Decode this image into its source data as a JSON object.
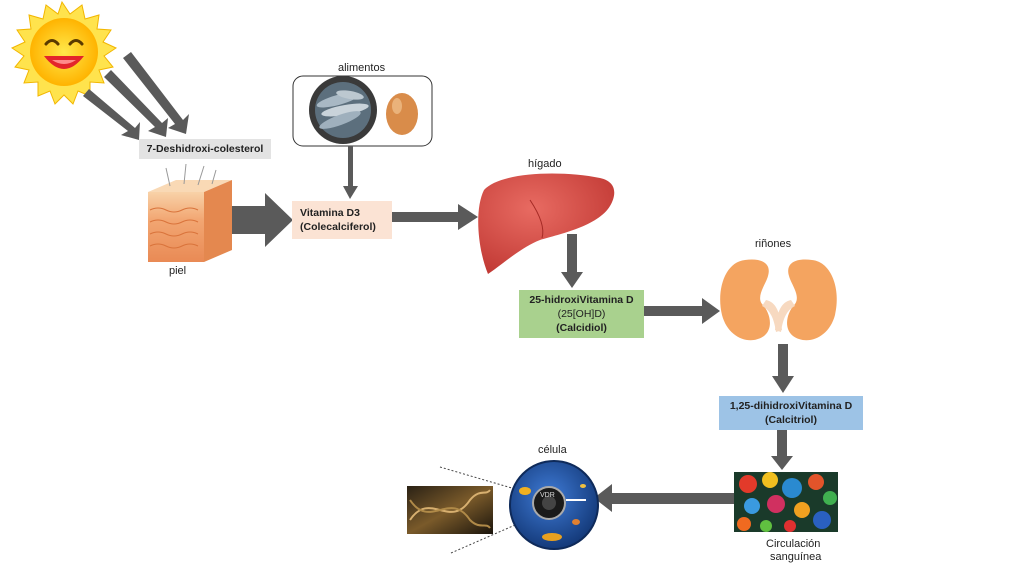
{
  "labels": {
    "alimentos": "alimentos",
    "piel": "piel",
    "higado": "hígado",
    "rinones": "riñones",
    "celula": "célula",
    "circulacion_line1": "Circulación",
    "circulacion_line2": "sanguínea"
  },
  "boxes": {
    "deshidroxi": "7-Deshidroxi-colesterol",
    "vitd3_line1": "Vitamina D3",
    "vitd3_line2": "(Colecalciferol)",
    "calcidiol_line1": "25-hidroxiVitamina D",
    "calcidiol_line2": "(25[OH]D)",
    "calcidiol_line3": "(Calcidiol)",
    "calcitriol_line1": "1,25-dihidroxiVitamina D",
    "calcitriol_line2": "(Calcitriol)"
  },
  "cell": {
    "receptor": "VDR"
  },
  "colors": {
    "arrow": "#5a5a5a",
    "box_deshidroxi": "#e3e3e3",
    "box_vitd3": "#fbe3d4",
    "box_calcidiol": "#a9d18e",
    "box_calcitriol": "#9dc3e6",
    "sun": "#ffd21f",
    "liver": "#d9534f",
    "kidney": "#f4a460",
    "cell": "#1e4fa0"
  },
  "icons": [
    "sun-icon",
    "fish-icon",
    "egg-icon",
    "skin-icon",
    "liver-icon",
    "kidney-icon",
    "blood-icon",
    "cell-icon",
    "dna-icon"
  ]
}
